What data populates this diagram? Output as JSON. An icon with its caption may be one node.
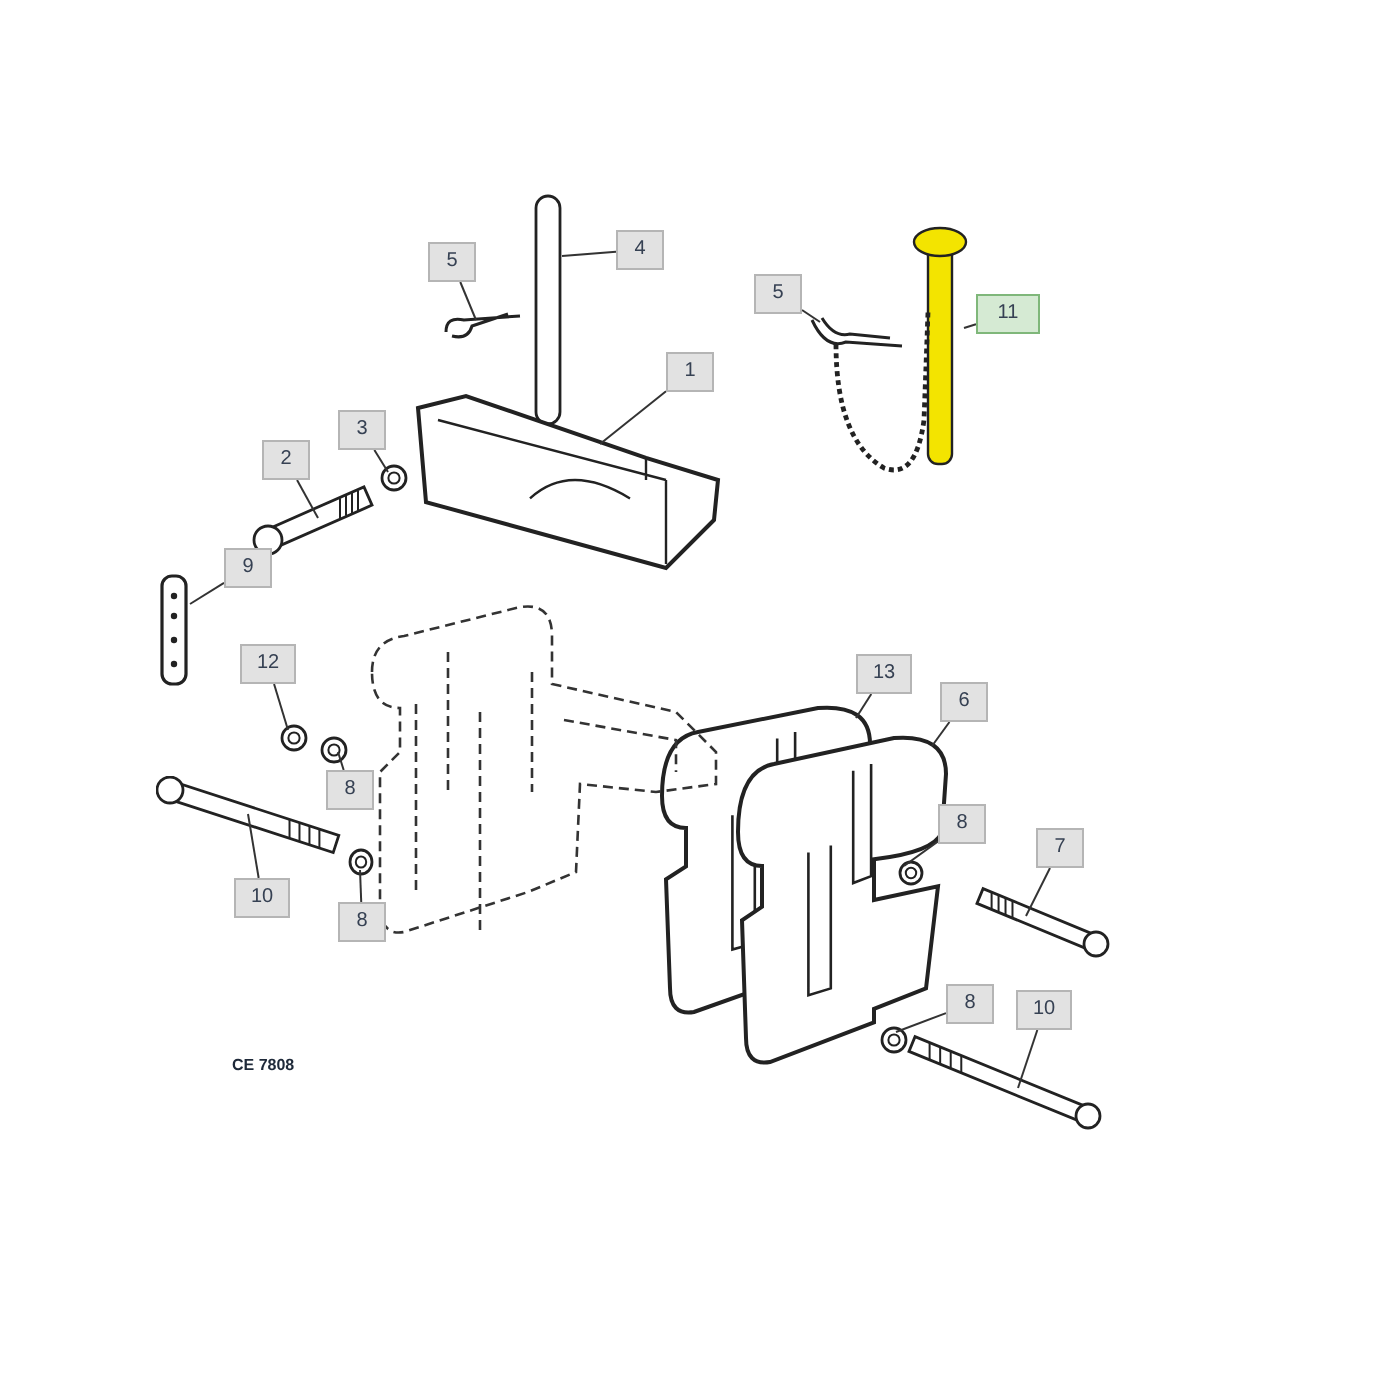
{
  "diagram": {
    "nodes": [
      {
        "text": [
          "5"
        ]
      },
      {
        "text": [
          "4"
        ]
      },
      {
        "text": [
          "5"
        ]
      },
      {
        "text": [
          "11"
        ]
      },
      {
        "text": [
          "1"
        ]
      },
      {
        "text": [
          "3"
        ]
      },
      {
        "text": [
          "2"
        ]
      },
      {
        "text": [
          "9"
        ]
      },
      {
        "text": [
          "12"
        ]
      },
      {
        "text": [
          "8"
        ]
      },
      {
        "text": [
          "10"
        ]
      },
      {
        "text": [
          "8"
        ]
      },
      {
        "text": [
          "13"
        ]
      },
      {
        "text": [
          "6"
        ]
      },
      {
        "text": [
          "8"
        ]
      },
      {
        "text": [
          "7"
        ]
      },
      {
        "text": [
          "8"
        ]
      },
      {
        "text": [
          "10"
        ]
      },
      {
        "text": [],
        "shape": "picture"
      },
      {
        "text": [],
        "shape": "bar"
      },
      {
        "text": [],
        "shape": "picture"
      },
      {
        "text": [],
        "shape": "picture"
      },
      {
        "text": [],
        "shape": "picture"
      },
      {
        "text": [],
        "shape": "picture"
      },
      {
        "text": [],
        "shape": "picture"
      },
      {
        "text": [],
        "shape": "picture"
      },
      {
        "text": [],
        "shape": "picture"
      },
      {
        "text": [],
        "shape": "picture"
      },
      {
        "text": [],
        "shape": "picture"
      },
      {
        "text": [],
        "shape": "picture"
      },
      {
        "text": [],
        "shape": "picture"
      },
      {
        "text": [],
        "shape": "picture"
      },
      {
        "text": [],
        "shape": "picture"
      },
      {
        "text": [],
        "shape": "picture"
      },
      {
        "text": [],
        "shape": "picture"
      },
      {
        "text": [],
        "shape": "picture"
      }
    ],
    "edges": [
      {
        "from": 0,
        "to": 18,
        "arrow": "none"
      },
      {
        "from": 1,
        "to": 19,
        "arrow": "none"
      },
      {
        "from": 2,
        "to": 20,
        "arrow": "none"
      },
      {
        "from": 3,
        "to": 21,
        "arrow": "none"
      },
      {
        "from": 4,
        "to": 22,
        "arrow": "none"
      },
      {
        "from": 5,
        "to": 23,
        "arrow": "none"
      },
      {
        "from": 6,
        "to": 24,
        "arrow": "none"
      },
      {
        "from": 7,
        "to": 25,
        "arrow": "none"
      },
      {
        "from": 8,
        "to": 26,
        "arrow": "none"
      },
      {
        "from": 9,
        "to": 27,
        "arrow": "none"
      },
      {
        "from": 10,
        "to": 28,
        "arrow": "none"
      },
      {
        "from": 11,
        "to": 29,
        "arrow": "none"
      },
      {
        "from": 12,
        "to": 30,
        "arrow": "none"
      },
      {
        "from": 13,
        "to": 31,
        "arrow": "none"
      },
      {
        "from": 14,
        "to": 32,
        "arrow": "none"
      },
      {
        "from": 15,
        "to": 33,
        "arrow": "none"
      },
      {
        "from": 16,
        "to": 34,
        "arrow": "none"
      },
      {
        "from": 17,
        "to": 35,
        "arrow": "none"
      }
    ],
    "labels": [
      "CE 7808"
    ]
  }
}
